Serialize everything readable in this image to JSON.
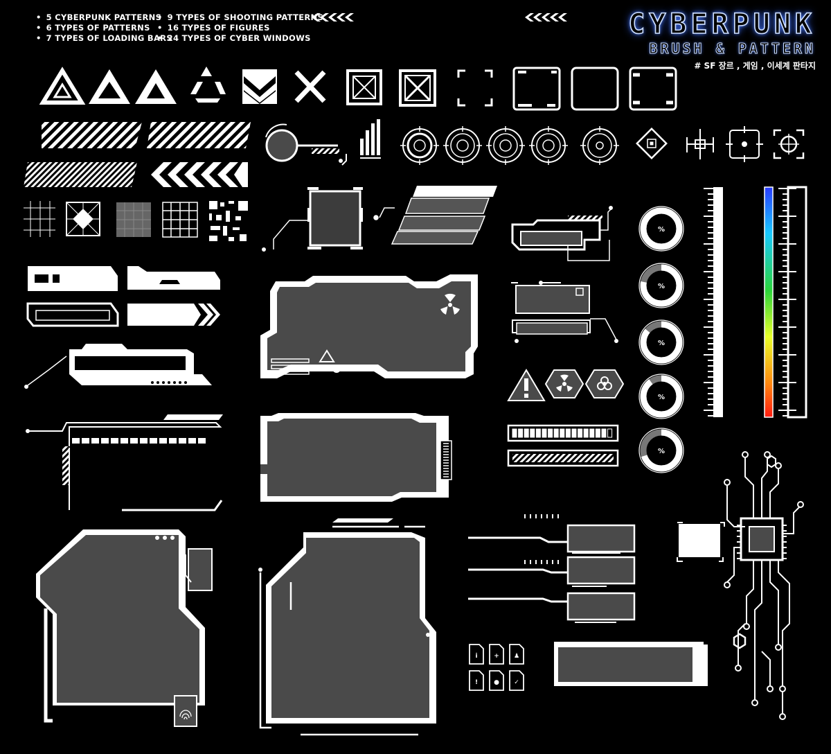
{
  "features": [
    "5 CYBERPUNK PATTERNS",
    "9 TYPES OF SHOOTING PATTERNS",
    "6 TYPES OF PATTERNS",
    "16 TYPES OF FIGURES",
    "7 TYPES OF LOADING BARS",
    "24 TYPES OF CYBER WINDOWS"
  ],
  "title": {
    "main": "CYBERPUNK",
    "sub": "BRUSH & PATTERN",
    "tag": "# SF 장르 , 게임 , 이세계 판타지"
  },
  "percent_symbol": "%",
  "progress_rings": [
    1.0,
    0.78,
    0.86,
    0.9,
    0.7
  ],
  "colors": {
    "background": "#000000",
    "foreground": "#ffffff",
    "panel_fill": "#4a4a4a",
    "title_glow": "#4e7dff"
  },
  "icons": [
    "triangle-icon",
    "chevron-icon",
    "x-mark-icon",
    "crossed-box-icon",
    "crosshair-icon",
    "warning-icon",
    "radiation-icon",
    "biohazard-icon",
    "fingerprint-icon",
    "chip-icon",
    "gauge-scale-icon",
    "spectrum-bar-icon"
  ]
}
